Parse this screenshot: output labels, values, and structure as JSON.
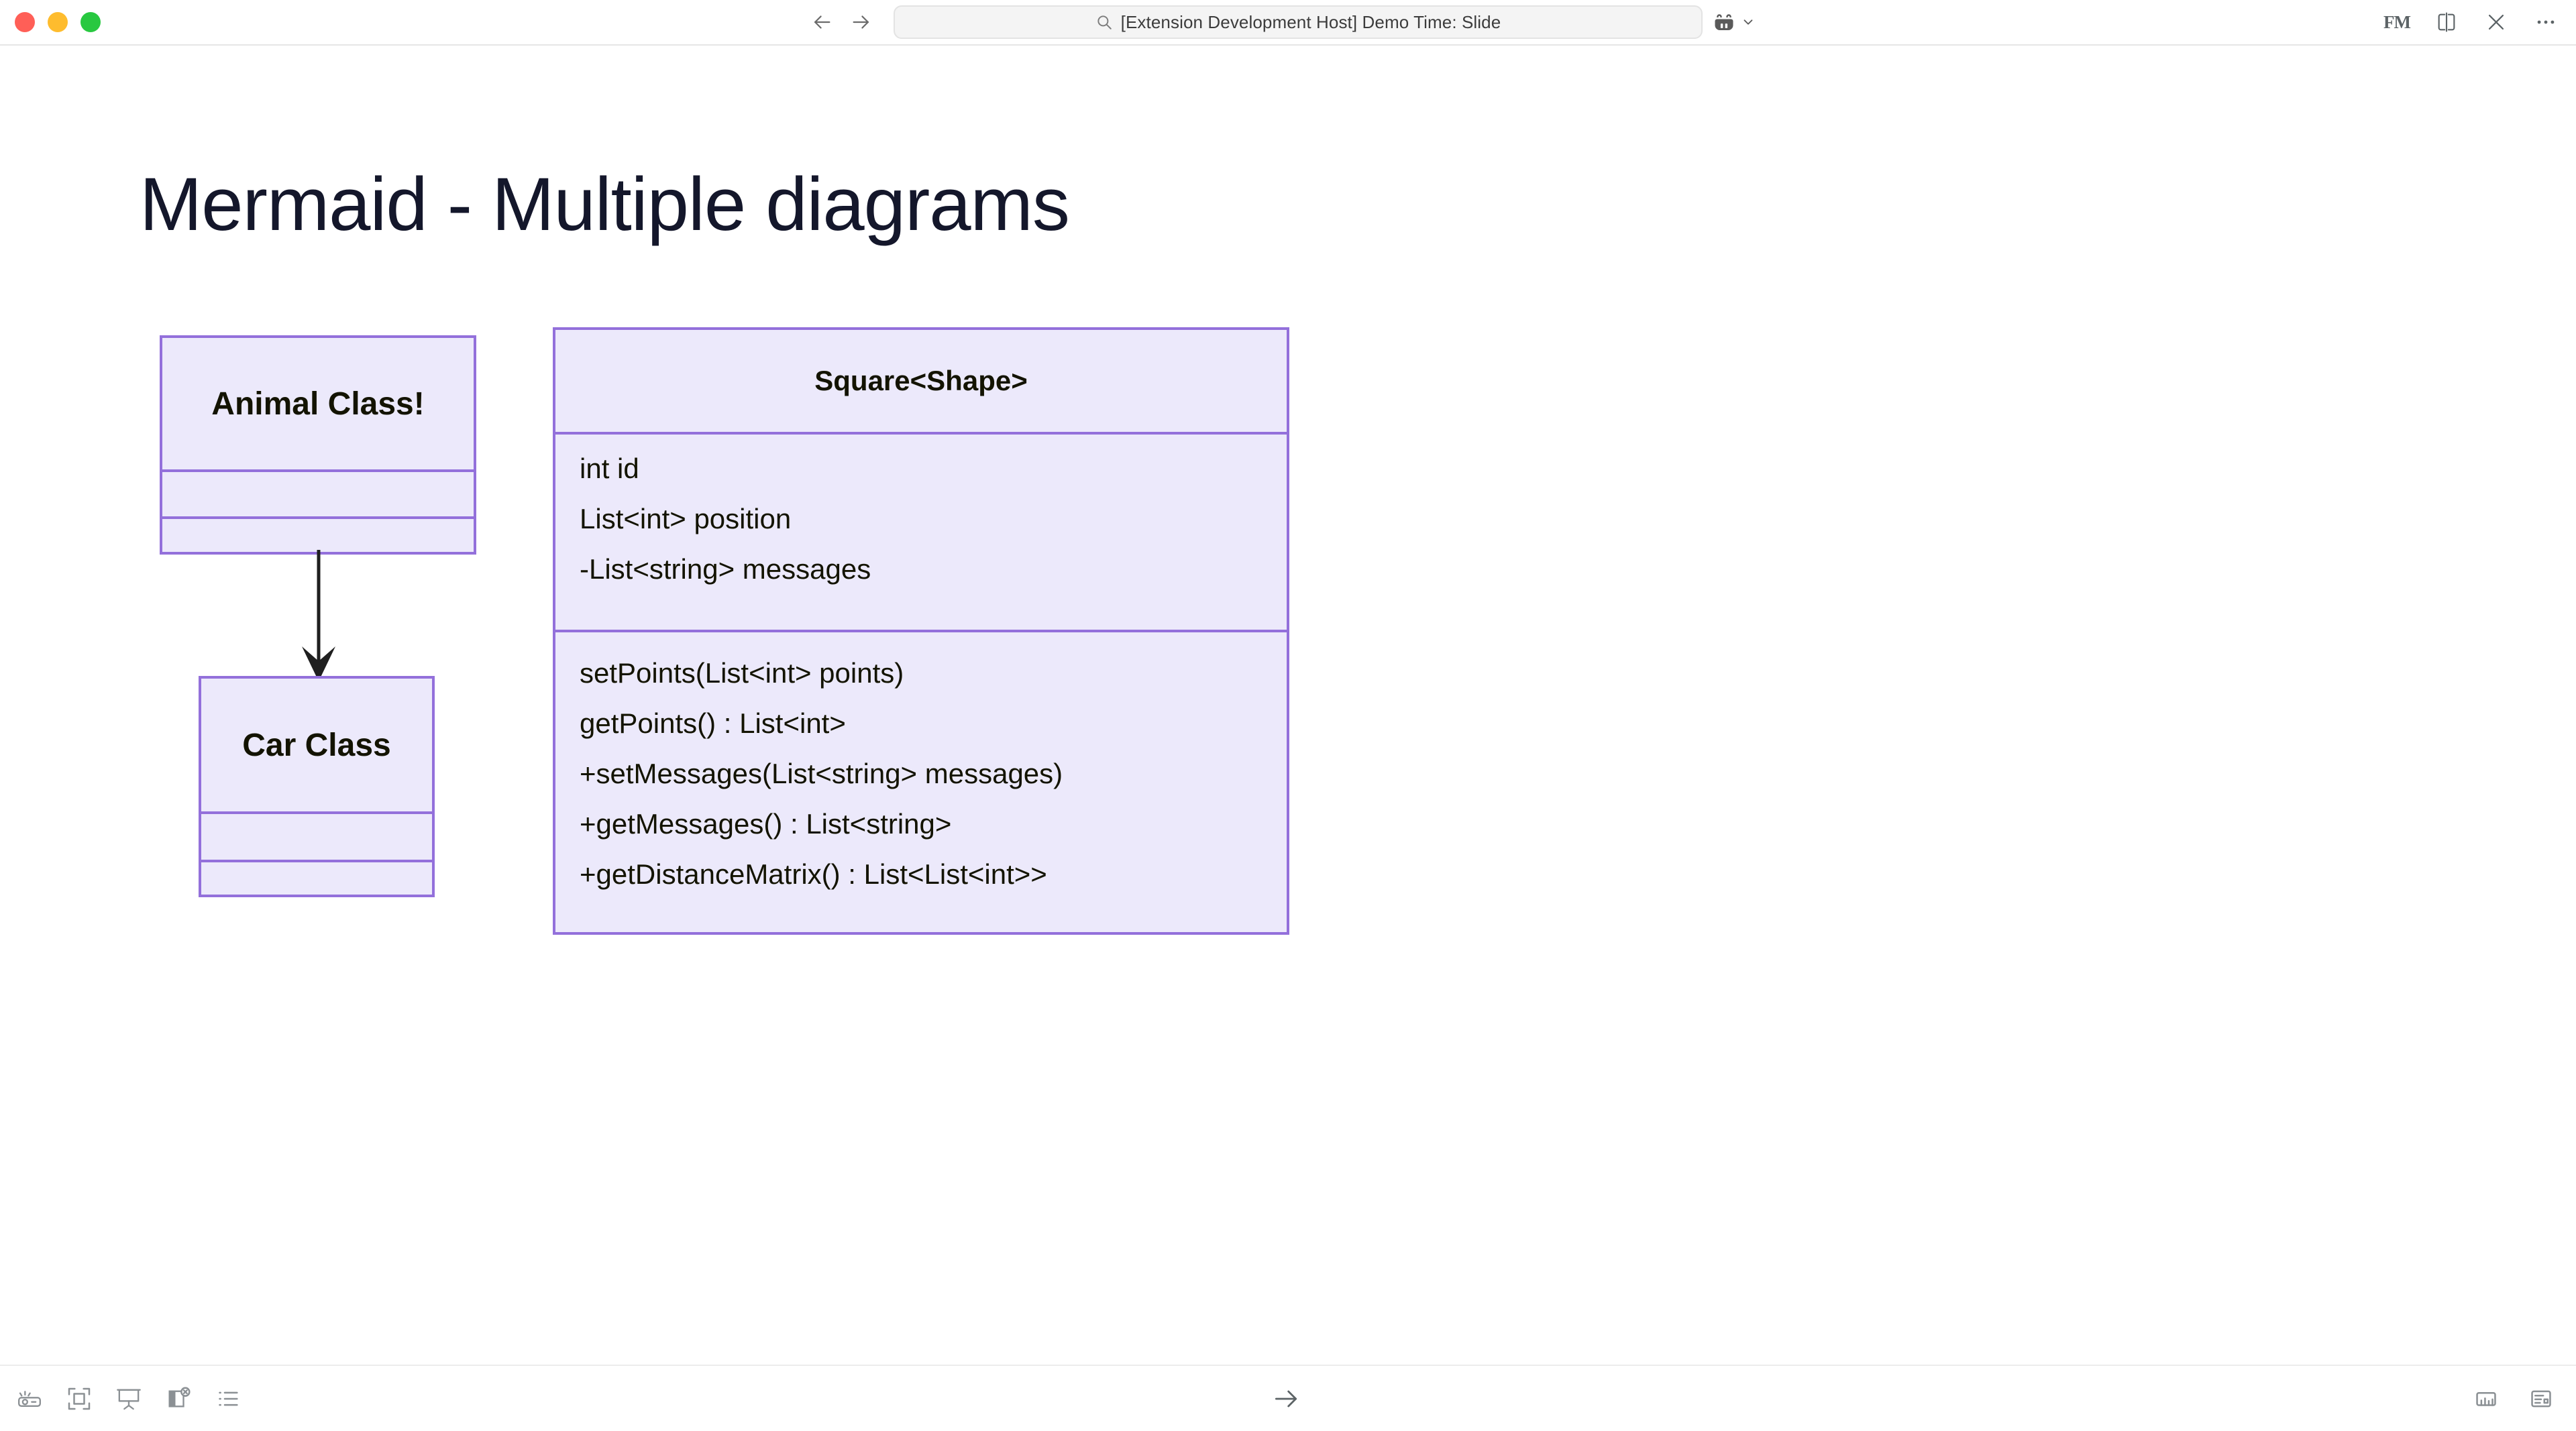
{
  "window": {
    "traffic_lights": {
      "close_color": "#ff5f57",
      "minimize_color": "#febc2e",
      "maximize_color": "#28c840"
    },
    "search": {
      "value": "[Extension Development Host] Demo Time: Slide",
      "icon": "search-icon"
    },
    "nav": {
      "back_icon": "arrow-left-icon",
      "forward_icon": "arrow-right-icon"
    },
    "remote_indicator": {
      "icon": "extension-bug-icon",
      "chevron": "chevron-down-icon"
    },
    "actions": [
      {
        "name": "front-matter-icon",
        "label": "FM"
      },
      {
        "name": "split-editor-icon",
        "label": ""
      },
      {
        "name": "close-icon",
        "label": ""
      },
      {
        "name": "more-actions-icon",
        "label": ""
      }
    ]
  },
  "slide": {
    "title": "Mermaid - Multiple diagrams",
    "title_color": "#14172b",
    "background": "#ffffff"
  },
  "theme": {
    "node_fill": "#ece9fb",
    "node_border": "#9370db",
    "node_text": "#131300",
    "edge_color": "#1f1f1f"
  },
  "diagrams": [
    {
      "id": "animal-car",
      "type": "classDiagram",
      "classes": [
        {
          "name": "Animal Class!",
          "attributes": [],
          "methods": []
        },
        {
          "name": "Car Class",
          "attributes": [],
          "methods": []
        }
      ],
      "relationships": [
        {
          "from": "Animal Class!",
          "to": "Car Class",
          "kind": "arrow-down",
          "label": ""
        }
      ]
    },
    {
      "id": "square-shape",
      "type": "classDiagram",
      "classes": [
        {
          "name": "Square<Shape>",
          "attributes": [
            "int id",
            "List<int> position",
            "-List<string> messages"
          ],
          "methods": [
            "setPoints(List<int> points)",
            "getPoints() : List<int>",
            "+setMessages(List<string> messages)",
            "+getMessages() : List<string>",
            "+getDistanceMatrix() : List<List<int>>"
          ]
        }
      ],
      "relationships": []
    }
  ],
  "statusbar": {
    "left_actions": [
      {
        "name": "projector-icon"
      },
      {
        "name": "fit-to-screen-icon"
      },
      {
        "name": "presentation-screen-icon"
      },
      {
        "name": "hide-panel-icon"
      },
      {
        "name": "outline-list-icon"
      }
    ],
    "center_actions": [
      {
        "name": "next-slide-arrow-icon"
      }
    ],
    "right_actions": [
      {
        "name": "slide-preview-icon"
      },
      {
        "name": "layout-panel-icon"
      }
    ]
  }
}
